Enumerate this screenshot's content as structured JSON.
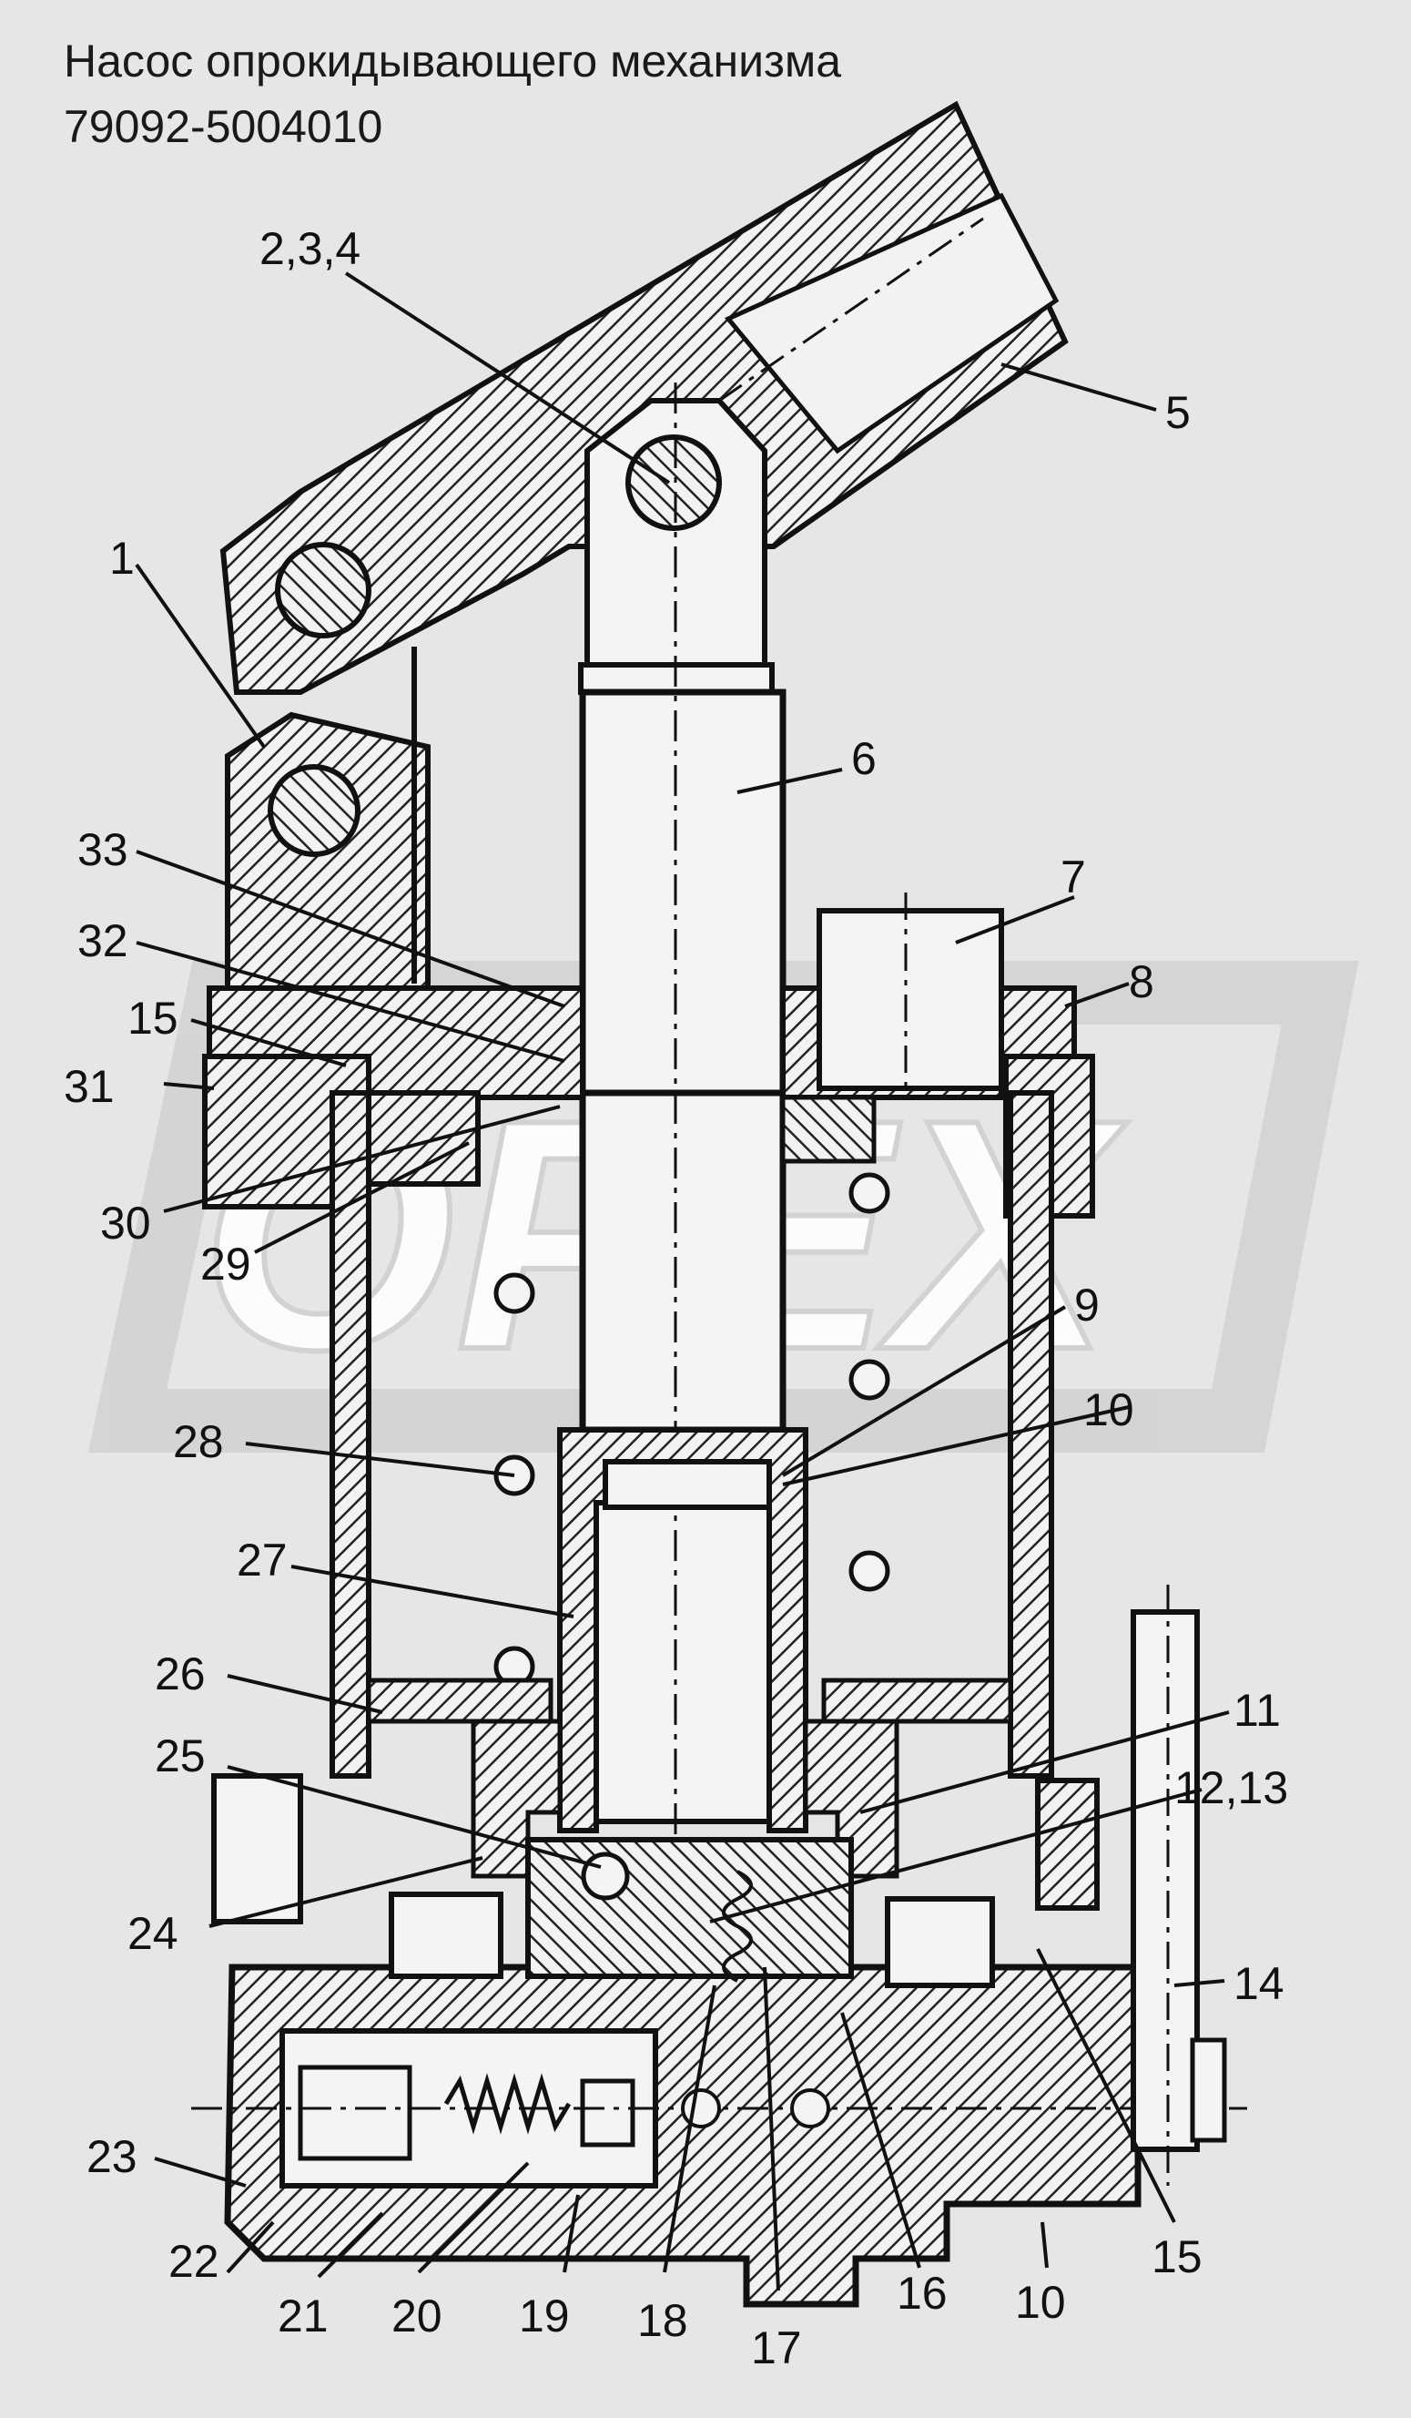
{
  "title": {
    "line1": "Насос опрокидывающего механизма",
    "line2": "79092-5004010"
  },
  "watermark": {
    "text": "OPEX",
    "color": "#ffffff"
  },
  "colors": {
    "background": "#e6e6e6",
    "ink": "#111111",
    "hatch": "#222222"
  },
  "callouts": [
    "2,3,4",
    "5",
    "1",
    "6",
    "7",
    "8",
    "33",
    "32",
    "15",
    "31",
    "30",
    "29",
    "9",
    "10",
    "28",
    "27",
    "26",
    "11",
    "25",
    "12,13",
    "24",
    "14",
    "23",
    "22",
    "21",
    "20",
    "19",
    "18",
    "17",
    "16",
    "10",
    "15"
  ]
}
